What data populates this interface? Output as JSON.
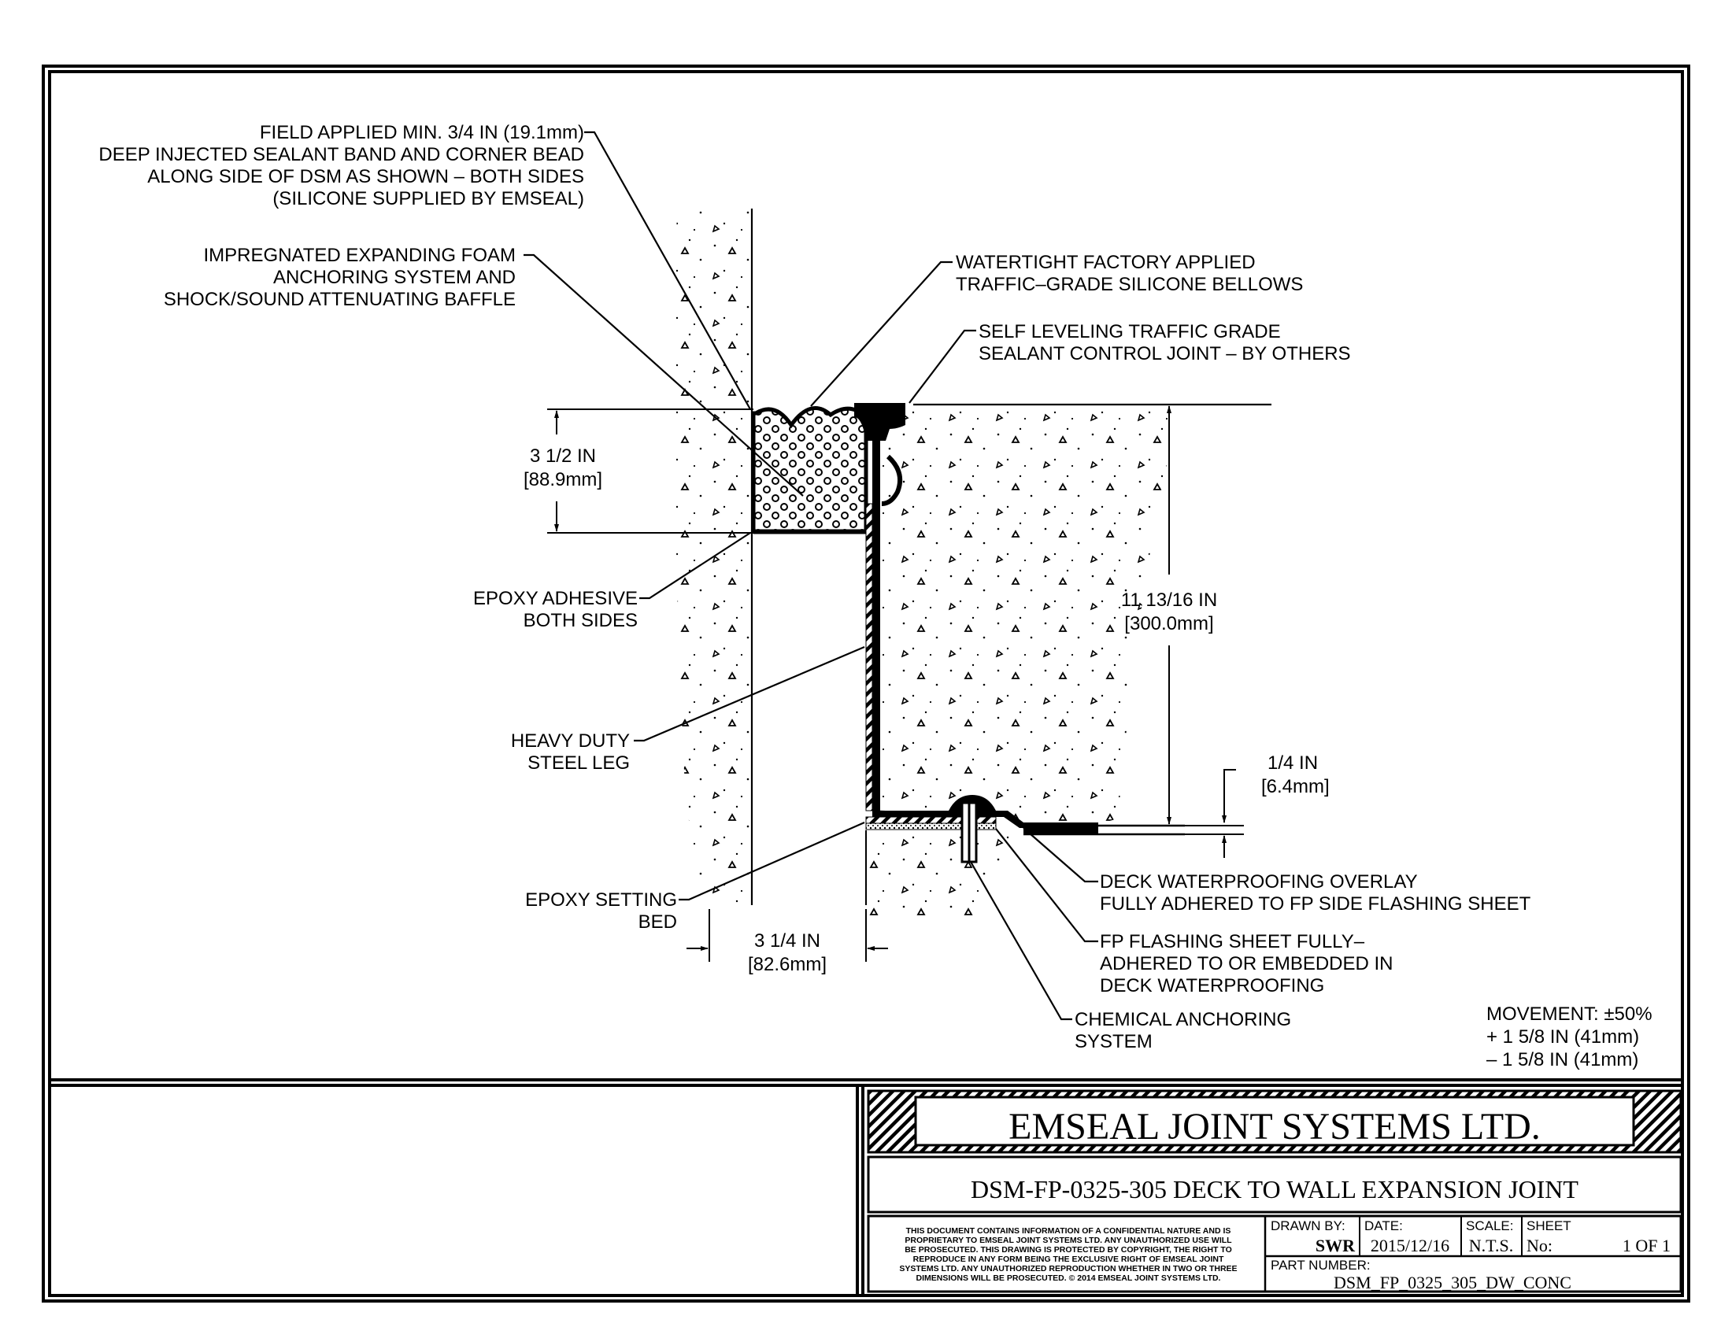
{
  "drawing": {
    "callouts": {
      "sealant_band": [
        "FIELD APPLIED MIN. 3/4 IN (19.1mm)",
        "DEEP INJECTED SEALANT BAND AND CORNER BEAD",
        "ALONG SIDE OF DSM AS SHOWN – BOTH SIDES",
        "(SILICONE SUPPLIED BY EMSEAL)"
      ],
      "foam": [
        "IMPREGNATED EXPANDING FOAM",
        "ANCHORING SYSTEM AND",
        "SHOCK/SOUND ATTENUATING BAFFLE"
      ],
      "bellows": [
        "WATERTIGHT FACTORY APPLIED",
        "TRAFFIC–GRADE SILICONE BELLOWS"
      ],
      "control_joint": [
        "SELF LEVELING TRAFFIC GRADE",
        "SEALANT CONTROL JOINT – BY OTHERS"
      ],
      "epoxy_adhesive": [
        "EPOXY ADHESIVE",
        "BOTH SIDES"
      ],
      "steel_leg": [
        "HEAVY DUTY",
        "STEEL LEG"
      ],
      "setting_bed": [
        "EPOXY SETTING",
        "BED"
      ],
      "overlay": [
        "DECK WATERPROOFING OVERLAY",
        "FULLY ADHERED TO FP SIDE FLASHING SHEET"
      ],
      "flashing": [
        "FP FLASHING SHEET FULLY–",
        "ADHERED TO OR EMBEDDED IN",
        "DECK WATERPROOFING"
      ],
      "anchoring": [
        "CHEMICAL ANCHORING",
        "SYSTEM"
      ]
    },
    "dimensions": {
      "foam_depth": [
        "3 1/2 IN",
        "[88.9mm]"
      ],
      "wall_height": [
        "11 13/16 IN",
        "[300.0mm]"
      ],
      "sheet_thickness": [
        "1/4 IN",
        "[6.4mm]"
      ],
      "joint_width": [
        "3 1/4 IN",
        "[82.6mm]"
      ]
    },
    "movement": [
      "MOVEMENT: ±50%",
      "+ 1 5/8 IN (41mm)",
      "– 1 5/8 IN (41mm)"
    ]
  },
  "title_block": {
    "company": "EMSEAL JOINT SYSTEMS LTD.",
    "drawing_title": "DSM-FP-0325-305 DECK TO WALL EXPANSION JOINT",
    "disclaimer": [
      "THIS DOCUMENT CONTAINS INFORMATION OF A CONFIDENTIAL NATURE AND IS",
      "PROPRIETARY TO EMSEAL JOINT SYSTEMS LTD. ANY UNAUTHORIZED USE WILL",
      "BE PROSECUTED. THIS DRAWING IS PROTECTED BY COPYRIGHT, THE RIGHT TO",
      "REPRODUCE IN ANY FORM BEING THE EXCLUSIVE RIGHT OF EMSEAL JOINT",
      "SYSTEMS LTD. ANY UNAUTHORIZED REPRODUCTION WHETHER IN TWO OR THREE",
      "DIMENSIONS WILL BE PROSECUTED. © 2014 EMSEAL JOINT SYSTEMS LTD."
    ],
    "drawn_by_label": "DRAWN BY:",
    "drawn_by": "SWR",
    "date_label": "DATE:",
    "date": "2015/12/16",
    "scale_label": "SCALE:",
    "scale": "N.T.S.",
    "sheet_label": "SHEET",
    "sheet_no_label": "No:",
    "sheet": "1 OF 1",
    "part_number_label": "PART NUMBER:",
    "part_number": "DSM_FP_0325_305_DW_CONC"
  }
}
